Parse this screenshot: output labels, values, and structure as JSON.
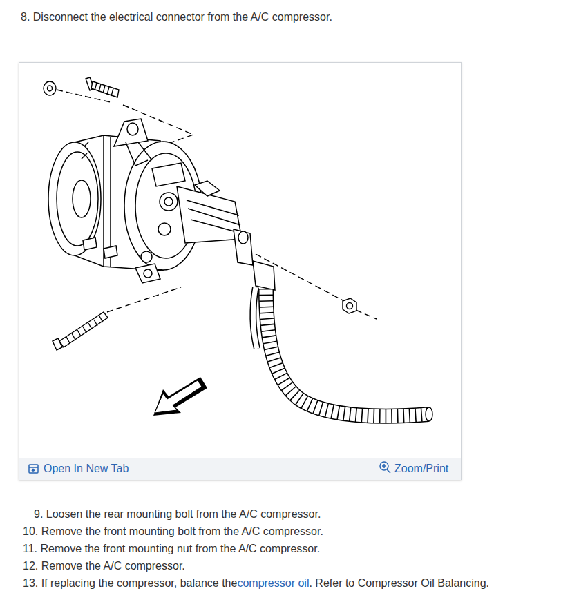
{
  "diagram": {
    "labels": [
      "8. Disconnect the electrical connector from the A/C compressor.",
      "Open In New Tab",
      "Zoom/Print",
      "9. Loosen the rear mounting bolt from the A/C compressor.",
      "10. Remove the front mounting bolt from the A/C compressor.",
      "11. Remove the front mounting nut from the A/C compressor.",
      "12. Remove the A/C compressor.",
      "13. If replacing the compressor, balance the",
      "compressor oil",
      ". Refer to Compressor Oil Balancing."
    ]
  }
}
